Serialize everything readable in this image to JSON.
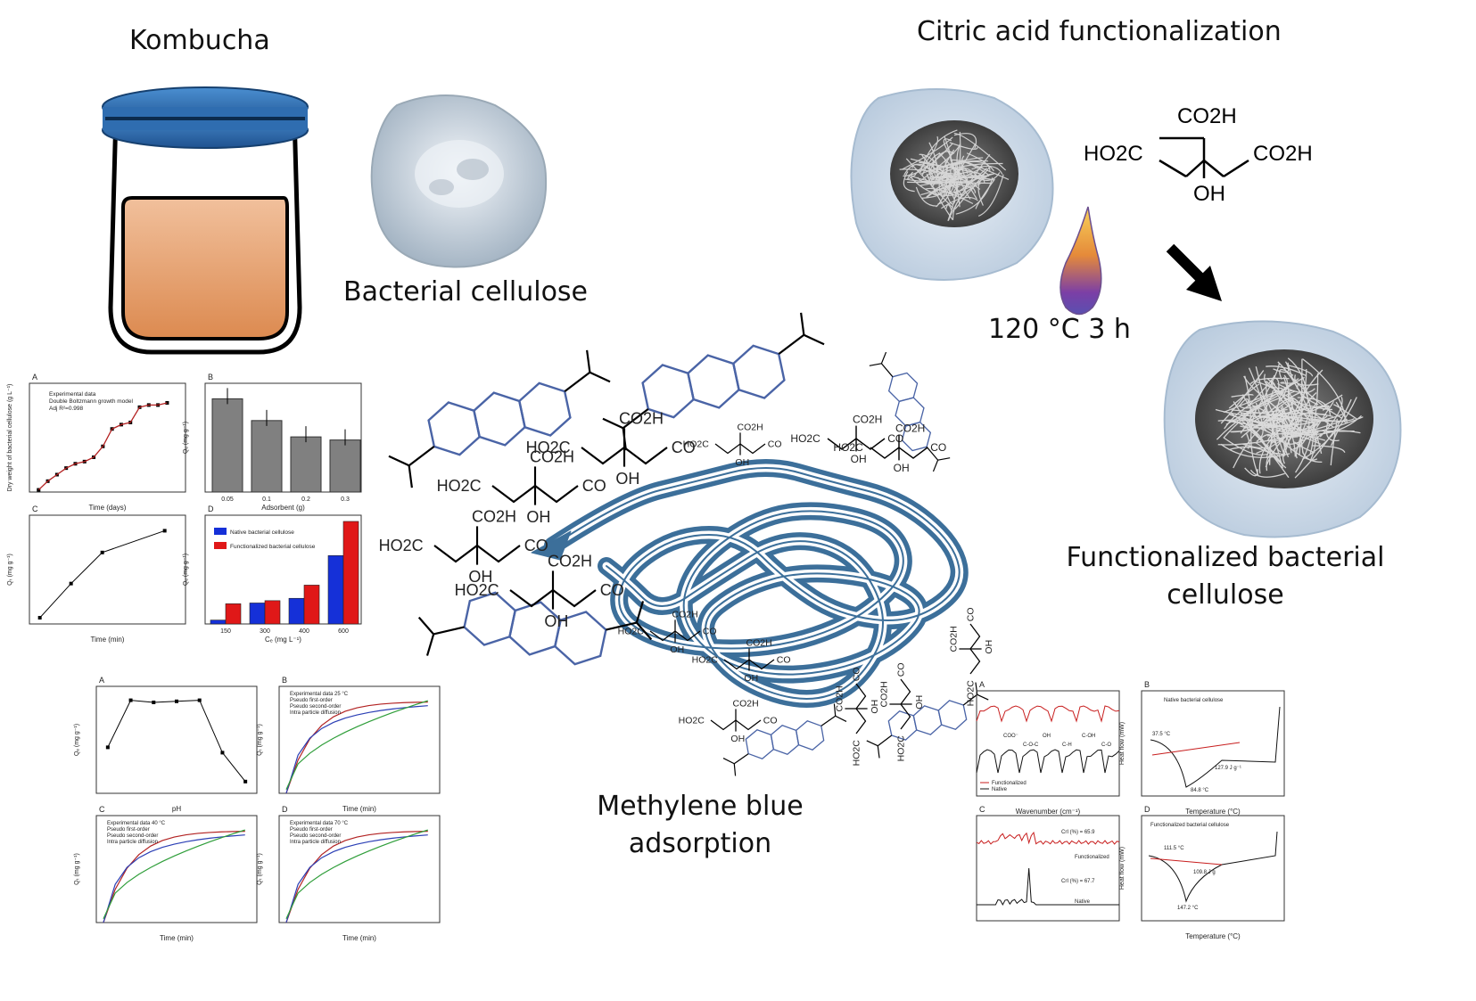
{
  "labels": {
    "kombucha": "Kombucha",
    "bacterial_cellulose": "Bacterial cellulose",
    "citric_acid": "Citric acid functionalization",
    "condition": "120 °C 3 h",
    "functionalized_line1": "Functionalized bacterial",
    "functionalized_line2": "cellulose",
    "mb_line1": "Methylene blue",
    "mb_line2": "adsorption"
  },
  "citric_acid_structure": {
    "co2h_top": "CO2H",
    "ho2c_left": "HO2C",
    "co2h_right": "CO2H",
    "oh": "OH"
  },
  "colors": {
    "jar_lid": "#2f6db0",
    "jar_liquid": "#e49a63",
    "cellulose_coil": "#3c6f9a",
    "methylene_blue": "#4a64a6",
    "flame_top": "#f4c342",
    "flame_bottom": "#6a3ea0"
  },
  "panels": {
    "growth": {
      "letter": "A",
      "xlabel": "Time (days)",
      "ylabel": "Dry weight of bacterial cellulose (g L⁻¹)",
      "legend": [
        "Experimental data",
        "Double Boltzmann growth model",
        "Adj R²=0.998"
      ]
    },
    "adsorbent": {
      "letter": "B",
      "xlabel": "Adsorbent (g)",
      "ylabel": "Qₑ (mg g⁻¹)",
      "categories": [
        "0.05",
        "0.1",
        "0.2",
        "0.3"
      ],
      "values": [
        12,
        9.2,
        7.1,
        6.7
      ],
      "ylim": [
        0,
        14
      ]
    },
    "time": {
      "letter": "C",
      "xlabel": "Time (min)",
      "ylabel": "Qₜ (mg g⁻¹)",
      "x": [
        0,
        15,
        30,
        60
      ],
      "y": [
        0.8,
        5.2,
        9.2,
        12
      ]
    },
    "concentration": {
      "letter": "D",
      "xlabel": "Cₑ (mg L⁻¹)",
      "ylabel": "Qₑ (mg g⁻¹)",
      "categories": [
        "150",
        "300",
        "400",
        "600"
      ],
      "series": [
        {
          "name": "Native bacterial cellulose",
          "color": "#1530d8",
          "values": [
            0.5,
            2.7,
            3.3,
            8.8
          ]
        },
        {
          "name": "Functionalized bacterial cellulose",
          "color": "#e01818",
          "values": [
            2.6,
            3.0,
            5.0,
            13.2
          ]
        }
      ],
      "ylim": [
        0,
        14
      ]
    },
    "ph": {
      "letter": "A",
      "xlabel": "pH",
      "ylabel": "Qₑ (mg g⁻¹)",
      "x": [
        2,
        4,
        6,
        8,
        10,
        12,
        14
      ],
      "y": [
        10.3,
        14.7,
        14.5,
        14.6,
        14.7,
        9.8,
        7.1
      ]
    },
    "kinetic25": {
      "letter": "B",
      "legend": [
        "Experimental data 25 °C",
        "Pseudo first-order",
        "Pseudo second-order",
        "Intra particle diffusion"
      ],
      "xlabel": "Time (min)",
      "ylabel": "Qₜ (mg g⁻¹)"
    },
    "kinetic40": {
      "letter": "C",
      "legend": [
        "Experimental data 40 °C",
        "Pseudo first-order",
        "Pseudo second-order",
        "Intra particle diffusion"
      ],
      "xlabel": "Time (min)",
      "ylabel": "Qₜ (mg g⁻¹)"
    },
    "kinetic70": {
      "letter": "D",
      "legend": [
        "Experimental data 70 °C",
        "Pseudo first-order",
        "Pseudo second-order",
        "Intra particle diffusion"
      ],
      "xlabel": "Time (min)",
      "ylabel": "Qₜ (mg g⁻¹)"
    },
    "ftir": {
      "letter": "A",
      "xlabel": "Wavenumber (cm⁻¹)",
      "legend": [
        "Functionalized",
        "Native"
      ],
      "peaks": [
        "COO⁻",
        "C-O-C",
        "OH",
        "C-H",
        "C-OH",
        "C-O"
      ]
    },
    "dsc_native": {
      "letter": "B",
      "title": "Native bacterial cellulose",
      "xlabel": "Temperature (°C)",
      "ylabel": "Heat flow (mW)",
      "annotations": [
        "37.5 °C",
        "127.9 J g⁻¹",
        "84.8 °C"
      ]
    },
    "xrd": {
      "letter": "C",
      "legend": [
        "Functionalized",
        "Native"
      ],
      "annotations": [
        "CrI (%) = 65.9",
        "CrI (%) = 67.7"
      ]
    },
    "dsc_func": {
      "letter": "D",
      "title": "Functionalized bacterial cellulose",
      "xlabel": "Temperature (°C)",
      "ylabel": "Heat flow (mW)",
      "annotations": [
        "111.5 °C",
        "109.8 J g",
        "147.2 °C"
      ]
    }
  }
}
